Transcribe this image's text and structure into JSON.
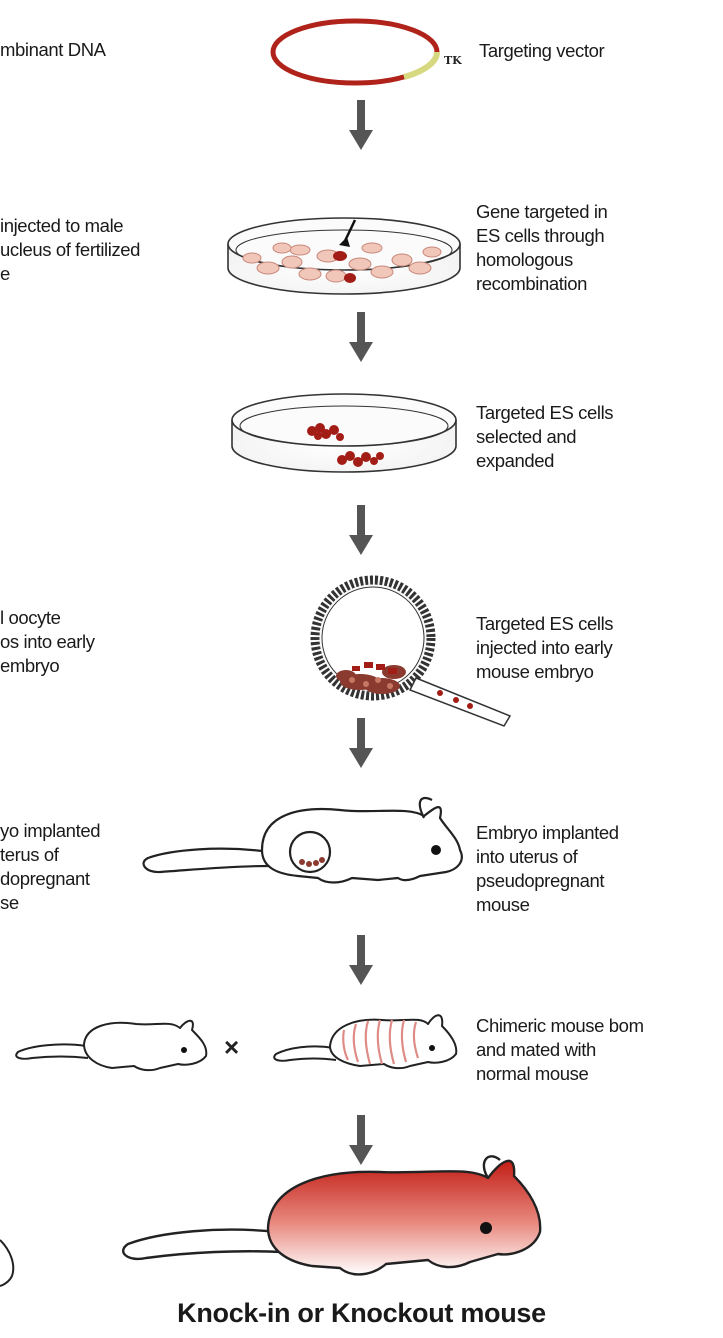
{
  "title": "Knock-in or Knockout mouse",
  "right_steps": [
    "Targeting vector",
    "Gene targeted in\nES cells through\nhomologous\nrecombination",
    "Targeted ES cells\nselected and\nexpanded",
    "Targeted ES cells\ninjected into early\nmouse embryo",
    "Embryo implanted\ninto uterus of\npseudopregnant\nmouse",
    "Chimeric mouse bom\nand mated with\nnormal mouse"
  ],
  "left_steps": [
    "mbinant DNA",
    "injected to male\nucleus of fertilized\ne",
    "l oocyte\nos into early\nembryo",
    "yo implanted\nterus of\ndopregnant\nse"
  ],
  "tk_label": "TK",
  "cross_symbol": "×",
  "colors": {
    "vector_ring": "#b0231a",
    "tk_segment": "#d7d980",
    "es_cell_dark": "#a31d17",
    "es_cell_light": "#f1c7b9",
    "arrow": "#555555",
    "outline": "#222222",
    "mouse_gradient_top": "#c21e16"
  }
}
